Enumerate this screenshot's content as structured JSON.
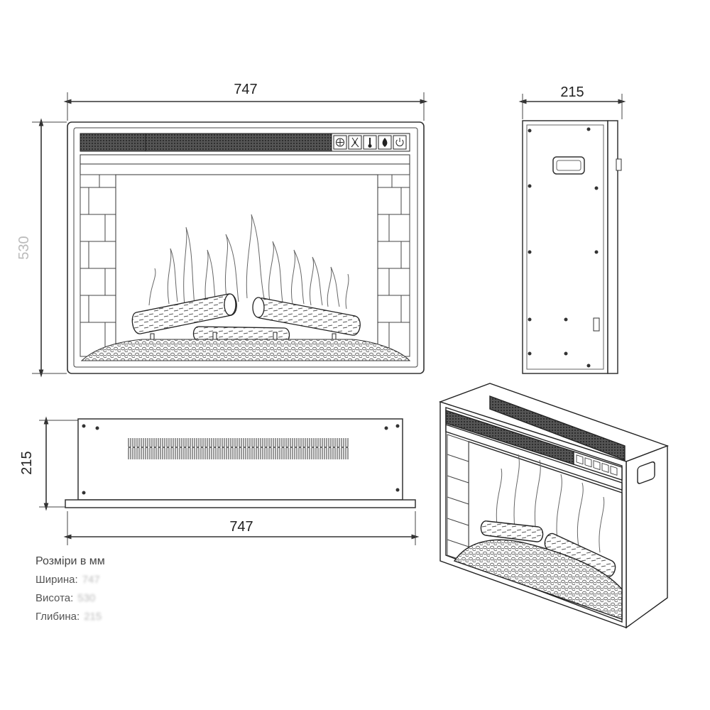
{
  "dimensions": {
    "front_width": "747",
    "front_height": "530",
    "side_depth": "215",
    "top_depth": "215",
    "top_width": "747"
  },
  "specs": {
    "title": "Розміри в мм",
    "rows": [
      {
        "label": "Ширина:",
        "value": "747"
      },
      {
        "label": "Висота:",
        "value": "530"
      },
      {
        "label": "Глибина:",
        "value": "215"
      }
    ]
  },
  "control_panel_icons": [
    "plus-circle-icon",
    "fan-icon",
    "thermometer-icon",
    "flame-icon",
    "power-icon"
  ]
}
